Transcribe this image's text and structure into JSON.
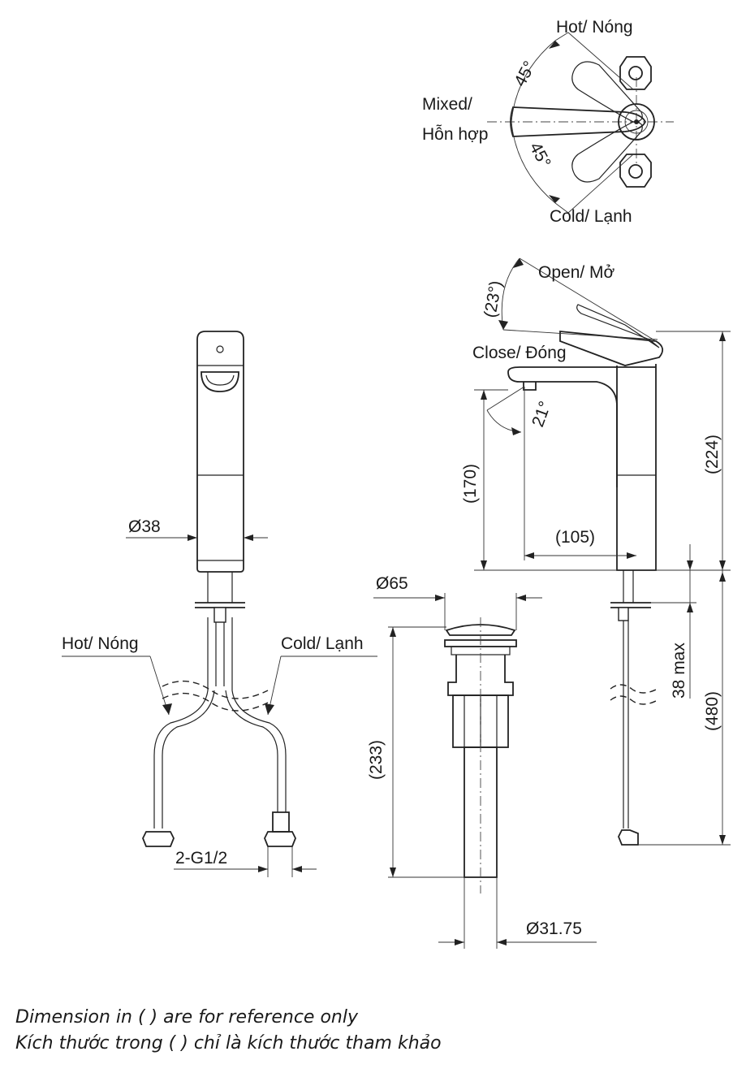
{
  "top_view": {
    "hot": "Hot/ Nóng",
    "mixed_1": "Mixed/",
    "mixed_2": "Hỗn hợp",
    "cold": "Cold/ Lạnh",
    "angle_top": "45°",
    "angle_bottom": "45°"
  },
  "side_view": {
    "open": "Open/ Mở",
    "close": "Close/ Đóng",
    "angle_lever": "(23°)",
    "angle_spout": "21°",
    "height_224": "(224)",
    "height_170": "(170)",
    "reach_105": "(105)",
    "max_38": "38 max",
    "hose_480": "(480)"
  },
  "front_view": {
    "diameter_38": "Ø38",
    "hot": "Hot/ Nóng",
    "cold": "Cold/ Lạnh",
    "thread": "2-G1/2"
  },
  "drain_view": {
    "diameter_65": "Ø65",
    "height_233": "(233)",
    "diameter_3175": "Ø31.75"
  },
  "notes": {
    "line_1": "Dimension in ( ) are for reference only",
    "line_2": "Kích thước trong ( ) chỉ là kích thước tham khảo"
  }
}
